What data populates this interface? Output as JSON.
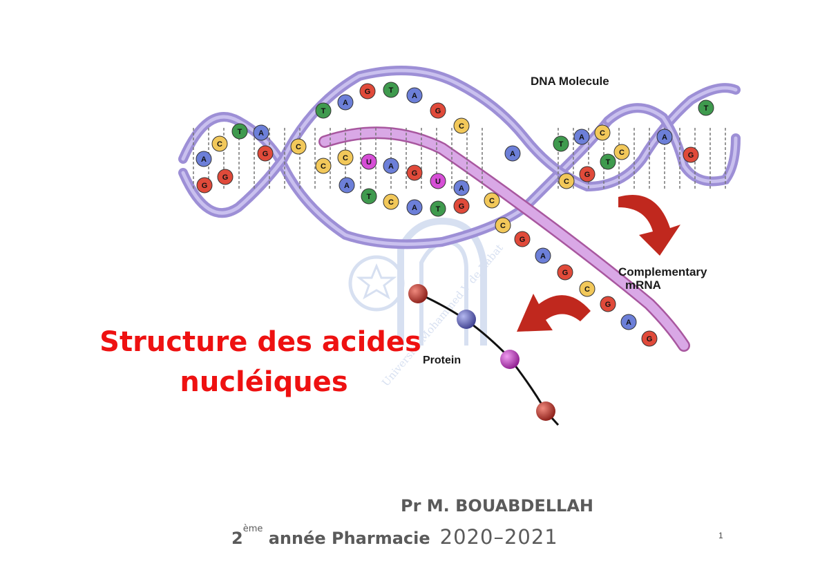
{
  "slide": {
    "title_line1": "Structure des acides",
    "title_line2": "nucléiques",
    "author": "Pr M. BOUABDELLAH",
    "course_ordinal": "2",
    "course_superscript": "ème",
    "course_rest": " année Pharmacie",
    "course_year": "2020–2021",
    "page_number": "1"
  },
  "figure": {
    "label_dna": "DNA Molecule",
    "label_mrna_1": "Complementary",
    "label_mrna_2": "mRNA",
    "label_protein": "Protein",
    "watermark_text": "Université Mohammed V de Rabat",
    "bases": {
      "strand_top": [
        "A",
        "T",
        "C",
        "A",
        "G",
        "C",
        "T",
        "A",
        "G",
        "T",
        "A",
        "G",
        "C",
        "A",
        "T",
        "A",
        "C",
        "C",
        "A",
        "T"
      ],
      "strand_rna": [
        "C",
        "C",
        "U",
        "A",
        "G",
        "U",
        "A",
        "C",
        "C",
        "G",
        "A",
        "G",
        "C",
        "G",
        "A",
        "G"
      ],
      "strand_bottom": [
        "G",
        "G",
        "A",
        "T",
        "C",
        "A",
        "T",
        "G",
        "C",
        "G",
        "T",
        "G"
      ]
    },
    "colors": {
      "A": "#6c7fd8",
      "T": "#3f9a4e",
      "C": "#f2c85a",
      "G": "#e04a3a",
      "U": "#d64fd6",
      "backbone": "#9d8fd6",
      "mrna": "#d9a8e6",
      "arrow": "#c0281e",
      "title": "#ee1111",
      "subtitle": "#5a5a5a"
    }
  }
}
